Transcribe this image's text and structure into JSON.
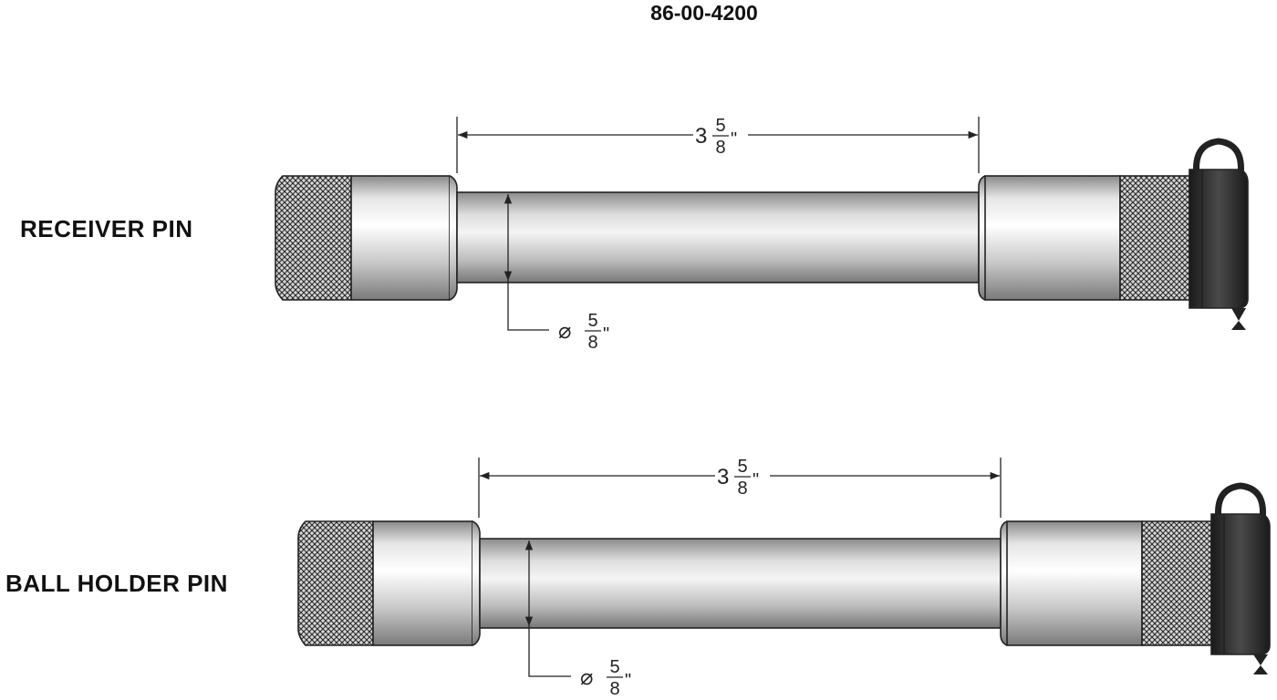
{
  "part_number": "86-00-4200",
  "pins": [
    {
      "label": "RECEIVER PIN",
      "length": {
        "whole": "3",
        "numerator": "5",
        "denominator": "8",
        "unit": "\""
      },
      "diameter": {
        "symbol": "⌀",
        "numerator": "5",
        "denominator": "8",
        "unit": "\""
      }
    },
    {
      "label": "BALL HOLDER PIN",
      "length": {
        "whole": "3",
        "numerator": "5",
        "denominator": "8",
        "unit": "\""
      },
      "diameter": {
        "symbol": "⌀",
        "numerator": "5",
        "denominator": "8",
        "unit": "\""
      }
    }
  ]
}
